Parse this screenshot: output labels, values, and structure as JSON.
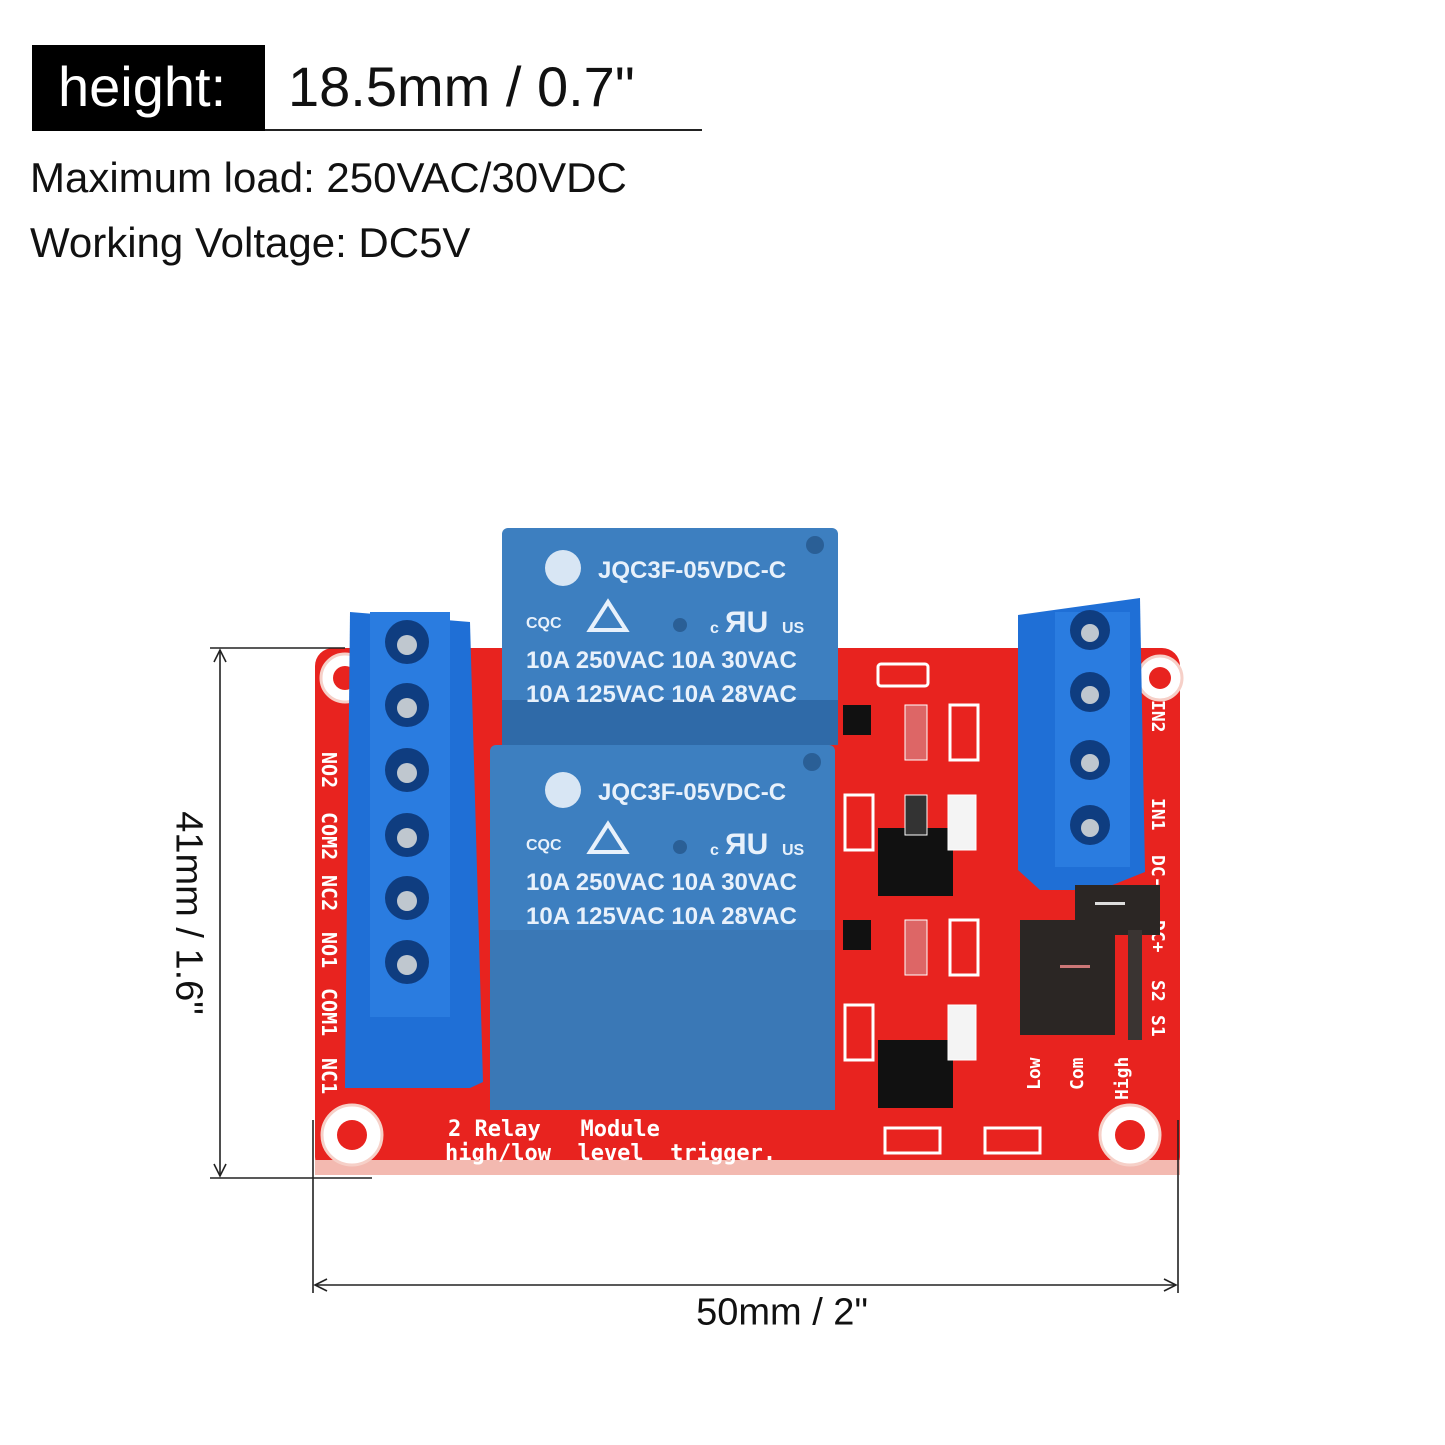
{
  "header": {
    "label": "height:",
    "value": "18.5mm / 0.7\""
  },
  "specs": [
    "Maximum load: 250VAC/30VDC",
    "Working Voltage: DC5V"
  ],
  "dimensions": {
    "height": "41mm / 1.6\"",
    "width": "50mm / 2\""
  },
  "board": {
    "relays": [
      {
        "model": "JQC3F-05VDC-C",
        "marks": [
          "CQC",
          "c",
          "US"
        ],
        "line1": "10A 250VAC 10A 30VAC",
        "line2": "10A 125VAC 10A 28VAC"
      },
      {
        "model": "JQC3F-05VDC-C",
        "marks": [
          "CQC",
          "c",
          "US"
        ],
        "line1": "10A 250VAC 10A 30VAC",
        "line2": "10A 125VAC 10A 28VAC"
      }
    ],
    "left_terminals": [
      "NO2",
      "COM2",
      "NC2",
      "NO1",
      "COM1",
      "NC1"
    ],
    "right_terminals": [
      "IN2",
      "IN1",
      "DC-",
      "DC+"
    ],
    "jumper_labels": [
      "S2",
      "S1"
    ],
    "trigger_labels": [
      "Low",
      "Com",
      "High"
    ],
    "silk_line1": "2 Relay   Module",
    "silk_line2": "high/low  level  trigger.",
    "colors": {
      "pcb": "#e8231f",
      "relay": "#3d7fc0",
      "terminal": "#1f6fd6",
      "header_bg": "#000000"
    }
  }
}
